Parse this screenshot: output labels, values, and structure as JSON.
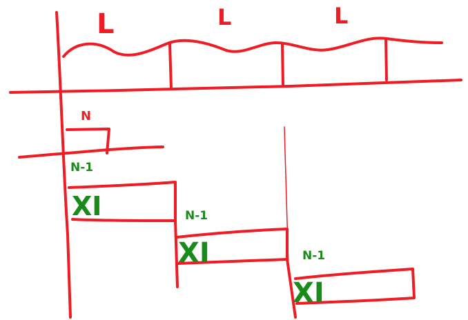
{
  "colors": {
    "ink_red": "#ee1c24",
    "ink_green": "#1a8a1a",
    "background": "#ffffff"
  },
  "labels": {
    "segment_1": "L",
    "segment_2": "L",
    "segment_3": "L",
    "top_block": "N",
    "row_1": "N-1",
    "row_2": "N-1",
    "row_3": "N-1",
    "mark_1": "XI",
    "mark_2": "XI",
    "mark_3": "XI"
  }
}
